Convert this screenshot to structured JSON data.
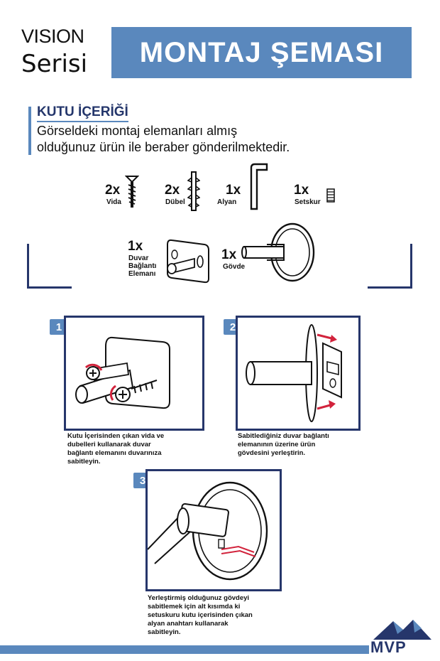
{
  "brand": {
    "line1": "VISION",
    "line2": "Serisi"
  },
  "banner_title": "MONTAJ ŞEMASI",
  "kutu": {
    "title": "KUTU İÇERİĞİ",
    "line1": "Görseldeki montaj elemanları almış",
    "line2": "olduğunuz ürün ile beraber gönderilmektedir."
  },
  "parts": {
    "vida": {
      "qty": "2x",
      "label": "Vida"
    },
    "dubel": {
      "qty": "2x",
      "label": "Dübel"
    },
    "alyan": {
      "qty": "1x",
      "label": "Alyan"
    },
    "setskur": {
      "qty": "1x",
      "label": "Setskur"
    },
    "duvar": {
      "qty": "1x",
      "label1": "Duvar",
      "label2": "Bağlantı",
      "label3": "Elemanı"
    },
    "govde": {
      "qty": "1x",
      "label": "Gövde"
    }
  },
  "steps": [
    {
      "number": "1",
      "lines": [
        "Kutu İçerisinden çıkan vida ve",
        "dubelleri kullanarak duvar",
        "bağlantı elemanını duvarınıza",
        "sabitleyin."
      ]
    },
    {
      "number": "2",
      "lines": [
        "Sabitlediğiniz duvar bağlantı",
        "elemanının üzerine ürün",
        "gövdesini yerleştirin."
      ]
    },
    {
      "number": "3",
      "lines": [
        "Yerleştirmiş olduğunuz gövdeyi",
        "sabitlemek için alt kısımda ki",
        "setuskuru kutu içerisinden çıkan",
        "alyan anahtarı kullanarak",
        "sabitleyin."
      ]
    }
  ],
  "logo": {
    "text": "MVP"
  },
  "colors": {
    "accent": "#5a88bd",
    "navy": "#26366b",
    "arrow": "#d2233c"
  }
}
